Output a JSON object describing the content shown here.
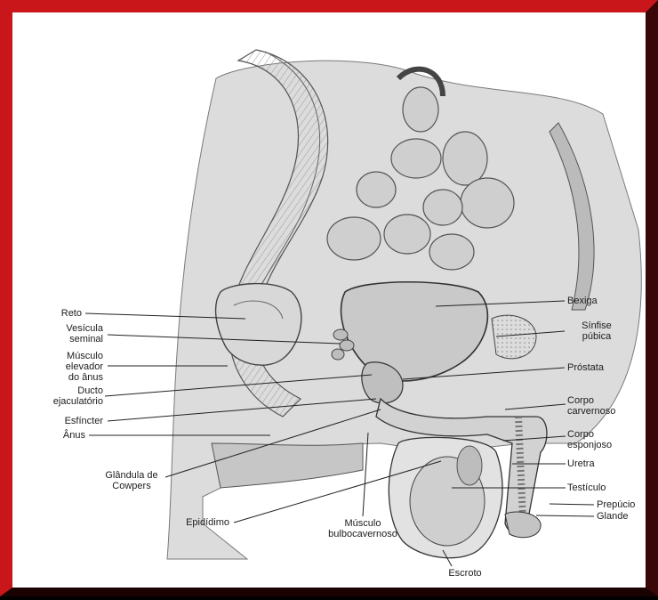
{
  "labels": {
    "reto": "Reto",
    "vesicula_seminal": "Vesícula\nseminal",
    "musculo_elevador": "Músculo\nelevador\ndo ânus",
    "ducto_ejaculatorio": "Ducto\nejaculatório",
    "esfincter": "Esfíncter",
    "anus": "Ânus",
    "glandula_cowpers": "Glândula de\nCowpers",
    "epididimo": "Epidídimo",
    "musculo_bulbocavernoso": "Músculo\nbulbocavernoso",
    "escroto": "Escroto",
    "bexiga": "Bexiga",
    "sinfise_pubica": "Sínfise\npúbica",
    "prostata": "Próstata",
    "corpo_cavernoso": "Corpo\ncarvernoso",
    "corpo_esponjoso": "Corpo\nesponjoso",
    "uretra": "Uretra",
    "testiculo": "Testículo",
    "prepucio": "Prepúcio",
    "glande": "Glande"
  },
  "colors": {
    "frame_red": "#c8161b",
    "frame_dark": "#3a0708",
    "ink": "#1c1c1c"
  }
}
